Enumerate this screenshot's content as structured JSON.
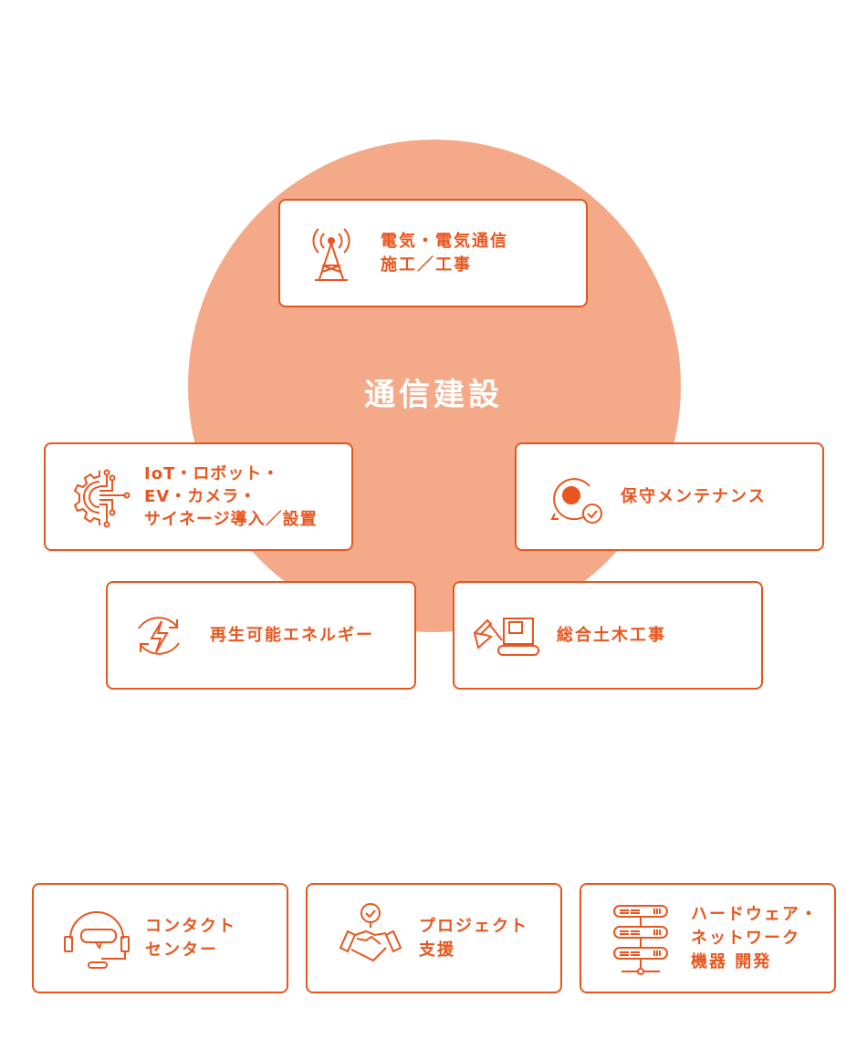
{
  "colors": {
    "accent": "#e8561f",
    "circle": "#f4aa89"
  },
  "center": {
    "title": "通信建設"
  },
  "services": [
    {
      "label": "電気・電気通信\n施工／工事",
      "icon": "antenna-tower-icon"
    },
    {
      "label": "IoT・ロボット・\nEV・カメラ・\nサイネージ導入／設置",
      "icon": "gear-circuit-icon"
    },
    {
      "label": "保守メンテナンス",
      "icon": "gear-maintenance-icon"
    },
    {
      "label": "再生可能エネルギー",
      "icon": "renewable-energy-icon"
    },
    {
      "label": "総合土木工事",
      "icon": "excavator-icon"
    }
  ],
  "support": [
    {
      "label": "コンタクト\nセンター",
      "icon": "headset-icon"
    },
    {
      "label": "プロジェクト\n支援",
      "icon": "handshake-icon"
    },
    {
      "label": "ハードウェア・\nネットワーク\n機器 開発",
      "icon": "server-rack-icon"
    }
  ]
}
